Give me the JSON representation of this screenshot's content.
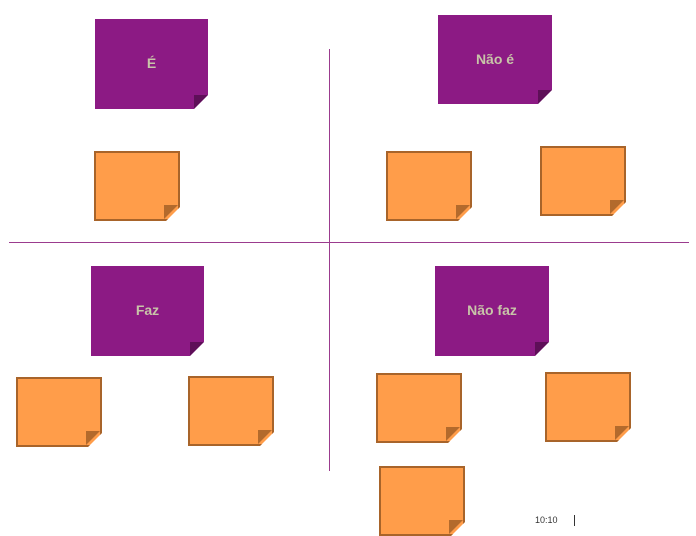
{
  "quadrants": {
    "top_left": {
      "label": "É"
    },
    "top_right": {
      "label": "Não é"
    },
    "bottom_left": {
      "label": "Faz"
    },
    "bottom_right": {
      "label": "Não faz"
    }
  },
  "colors": {
    "header_note": "#8c1a84",
    "header_text": "#c8c4a8",
    "sticky_note": "#ff9d4a",
    "sticky_border": "#a8642a",
    "axis_line": "#9b3b8e"
  },
  "footer": {
    "partial_text": "10:10"
  }
}
